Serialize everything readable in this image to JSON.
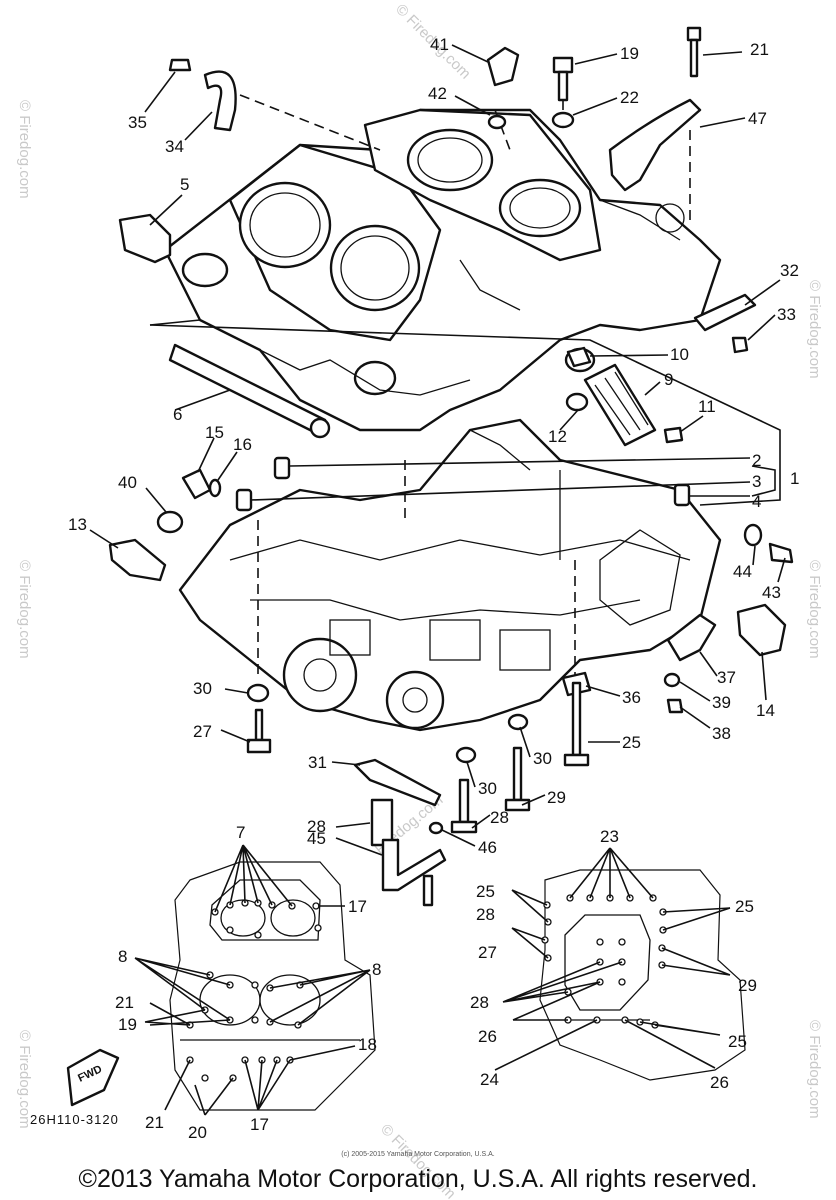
{
  "copyright": "©2013 Yamaha Motor Corporation, U.S.A. All rights reserved.",
  "fine_print": "(c) 2005-2015 Yamaha Motor Corporation, U.S.A.",
  "ref_code": "26H110-3120",
  "watermarks": [
    "© Firedog.com",
    "© Firedog.com",
    "© Firedog.com",
    "© Firedog.com",
    "© Firedog.com",
    "© Firedog.com",
    "© Firedog.com",
    "© Firedog.com",
    "Firedog.com"
  ],
  "fwd_label": "FWD",
  "callouts": {
    "c1": "1",
    "c2": "2",
    "c3": "3",
    "c4": "4",
    "c5": "5",
    "c6": "6",
    "c7": "7",
    "c8a": "8",
    "c8b": "8",
    "c9": "9",
    "c10": "10",
    "c11": "11",
    "c12": "12",
    "c13": "13",
    "c14": "14",
    "c15": "15",
    "c16": "16",
    "c17a": "17",
    "c17b": "17",
    "c18": "18",
    "c19a": "19",
    "c19b": "19",
    "c20": "20",
    "c21a": "21",
    "c21b": "21",
    "c21c": "21",
    "c22": "22",
    "c23": "23",
    "c24": "24",
    "c25a": "25",
    "c25b": "25",
    "c25c": "25",
    "c25d": "25",
    "c26a": "26",
    "c26b": "26",
    "c27a": "27",
    "c27b": "27",
    "c28a": "28",
    "c28b": "28",
    "c28c": "28",
    "c28d": "28",
    "c29a": "29",
    "c29b": "29",
    "c30a": "30",
    "c30b": "30",
    "c30c": "30",
    "c31": "31",
    "c32": "32",
    "c33": "33",
    "c34": "34",
    "c35": "35",
    "c36": "36",
    "c37": "37",
    "c38": "38",
    "c39": "39",
    "c40": "40",
    "c41": "41",
    "c42": "42",
    "c43": "43",
    "c44": "44",
    "c45": "45",
    "c46": "46",
    "c47": "47"
  }
}
